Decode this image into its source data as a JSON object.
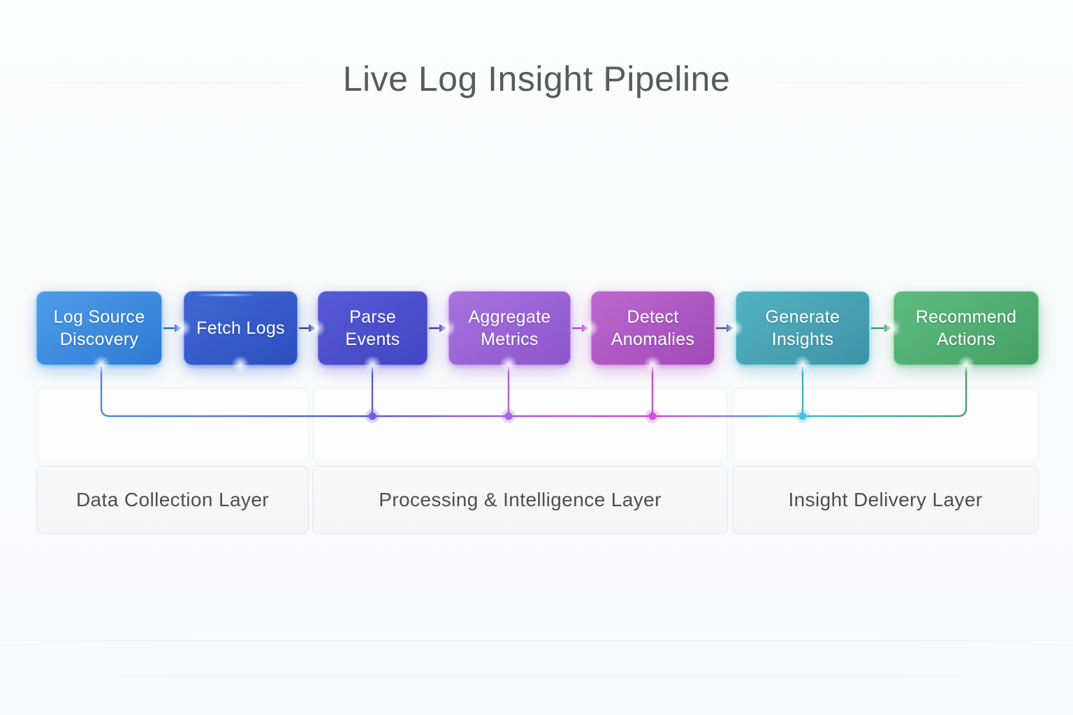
{
  "page": {
    "title": "Live Log Insight Pipeline"
  },
  "pipeline": {
    "nodes": [
      {
        "label": "Log Source Discovery",
        "color_from": "#4f9ce8",
        "color_to": "#2d7ad5",
        "border": "#7cc0f4",
        "glow": "rgba(64,140,220,0.38)"
      },
      {
        "label": "Fetch Logs",
        "color_from": "#4068d2",
        "color_to": "#2c4ec0",
        "border": "#5f8ae6",
        "glow": "rgba(52,92,200,0.38)"
      },
      {
        "label": "Parse Events",
        "color_from": "#575ad6",
        "color_to": "#4244c2",
        "border": "#7577e4",
        "glow": "rgba(82,84,202,0.38)"
      },
      {
        "label": "Aggregate Metrics",
        "color_from": "#a873de",
        "color_to": "#8c55cc",
        "border": "#c493ec",
        "glow": "rgba(152,92,212,0.38)"
      },
      {
        "label": "Detect Anomalies",
        "color_from": "#bd68ce",
        "color_to": "#a04ab8",
        "border": "#e287e4",
        "glow": "rgba(182,82,202,0.38)"
      },
      {
        "label": "Generate Insights",
        "color_from": "#53b2c1",
        "color_to": "#3e93a7",
        "border": "#7fdce0",
        "glow": "rgba(72,172,192,0.38)"
      },
      {
        "label": "Recommend Actions",
        "color_from": "#5ebc80",
        "color_to": "#459f64",
        "border": "#84da9f",
        "glow": "rgba(82,172,112,0.38)"
      }
    ],
    "arrow_colors": [
      "#2f6cc6",
      "#2b3da2",
      "#3a3f9c",
      "#b840d0",
      "#3d4f9c",
      "#3f9e68"
    ],
    "stub_colors": [
      "#4a8ad8",
      "#5b5fd8",
      "#a665dc",
      "#c74fd0",
      "#3fb0c8",
      "#46a26c"
    ],
    "dot_colors": [
      "#6a62e4",
      "#a966e2",
      "#cc55d8",
      "#4cc0ec"
    ],
    "trunk_gradient": [
      [
        "0%",
        "#4a8ad8"
      ],
      [
        "31%",
        "#5f5ade"
      ],
      [
        "47%",
        "#a25fd9"
      ],
      [
        "64%",
        "#c94fd4"
      ],
      [
        "73%",
        "#7b86d8"
      ],
      [
        "81%",
        "#45b6dc"
      ],
      [
        "100%",
        "#46a26c"
      ]
    ]
  },
  "layers": [
    {
      "label": "Data Collection Layer"
    },
    {
      "label": "Processing & Intelligence Layer"
    },
    {
      "label": "Insight Delivery Layer"
    }
  ]
}
